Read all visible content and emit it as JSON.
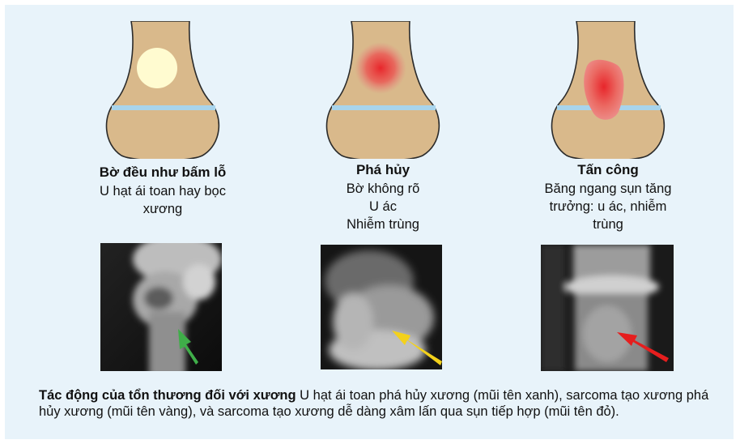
{
  "columns": [
    {
      "title": "Bờ đều như bấm lỗ",
      "lines": [
        "U hạt ái toan hay bọc",
        "xương"
      ]
    },
    {
      "title": "Phá hủy",
      "lines": [
        "Bờ không rõ",
        "U ác",
        "Nhiễm trùng"
      ]
    },
    {
      "title": "Tấn công",
      "lines": [
        "Băng ngang sụn tăng",
        "trưởng: u ác, nhiễm",
        "trùng"
      ]
    }
  ],
  "caption": {
    "bold": "Tác động của tổn thương đối với xương",
    "text": "  U hạt ái toan phá hủy xương (mũi tên xanh), sarcoma tạo xương phá hủy xương (mũi tên vàng), và sarcoma tạo xương dễ dàng xâm lấn qua sụn tiếp hợp (mũi tên đỏ)."
  },
  "colors": {
    "background": "#e8f3fa",
    "bone": "#d9b98b",
    "growth_plate": "#a8d4ec",
    "benign_lesion": "#fffbd0",
    "malignant_lesion": "#e83a3a",
    "arrow_green": "#3fae49",
    "arrow_yellow": "#f3d11b",
    "arrow_red": "#e61e1e"
  }
}
